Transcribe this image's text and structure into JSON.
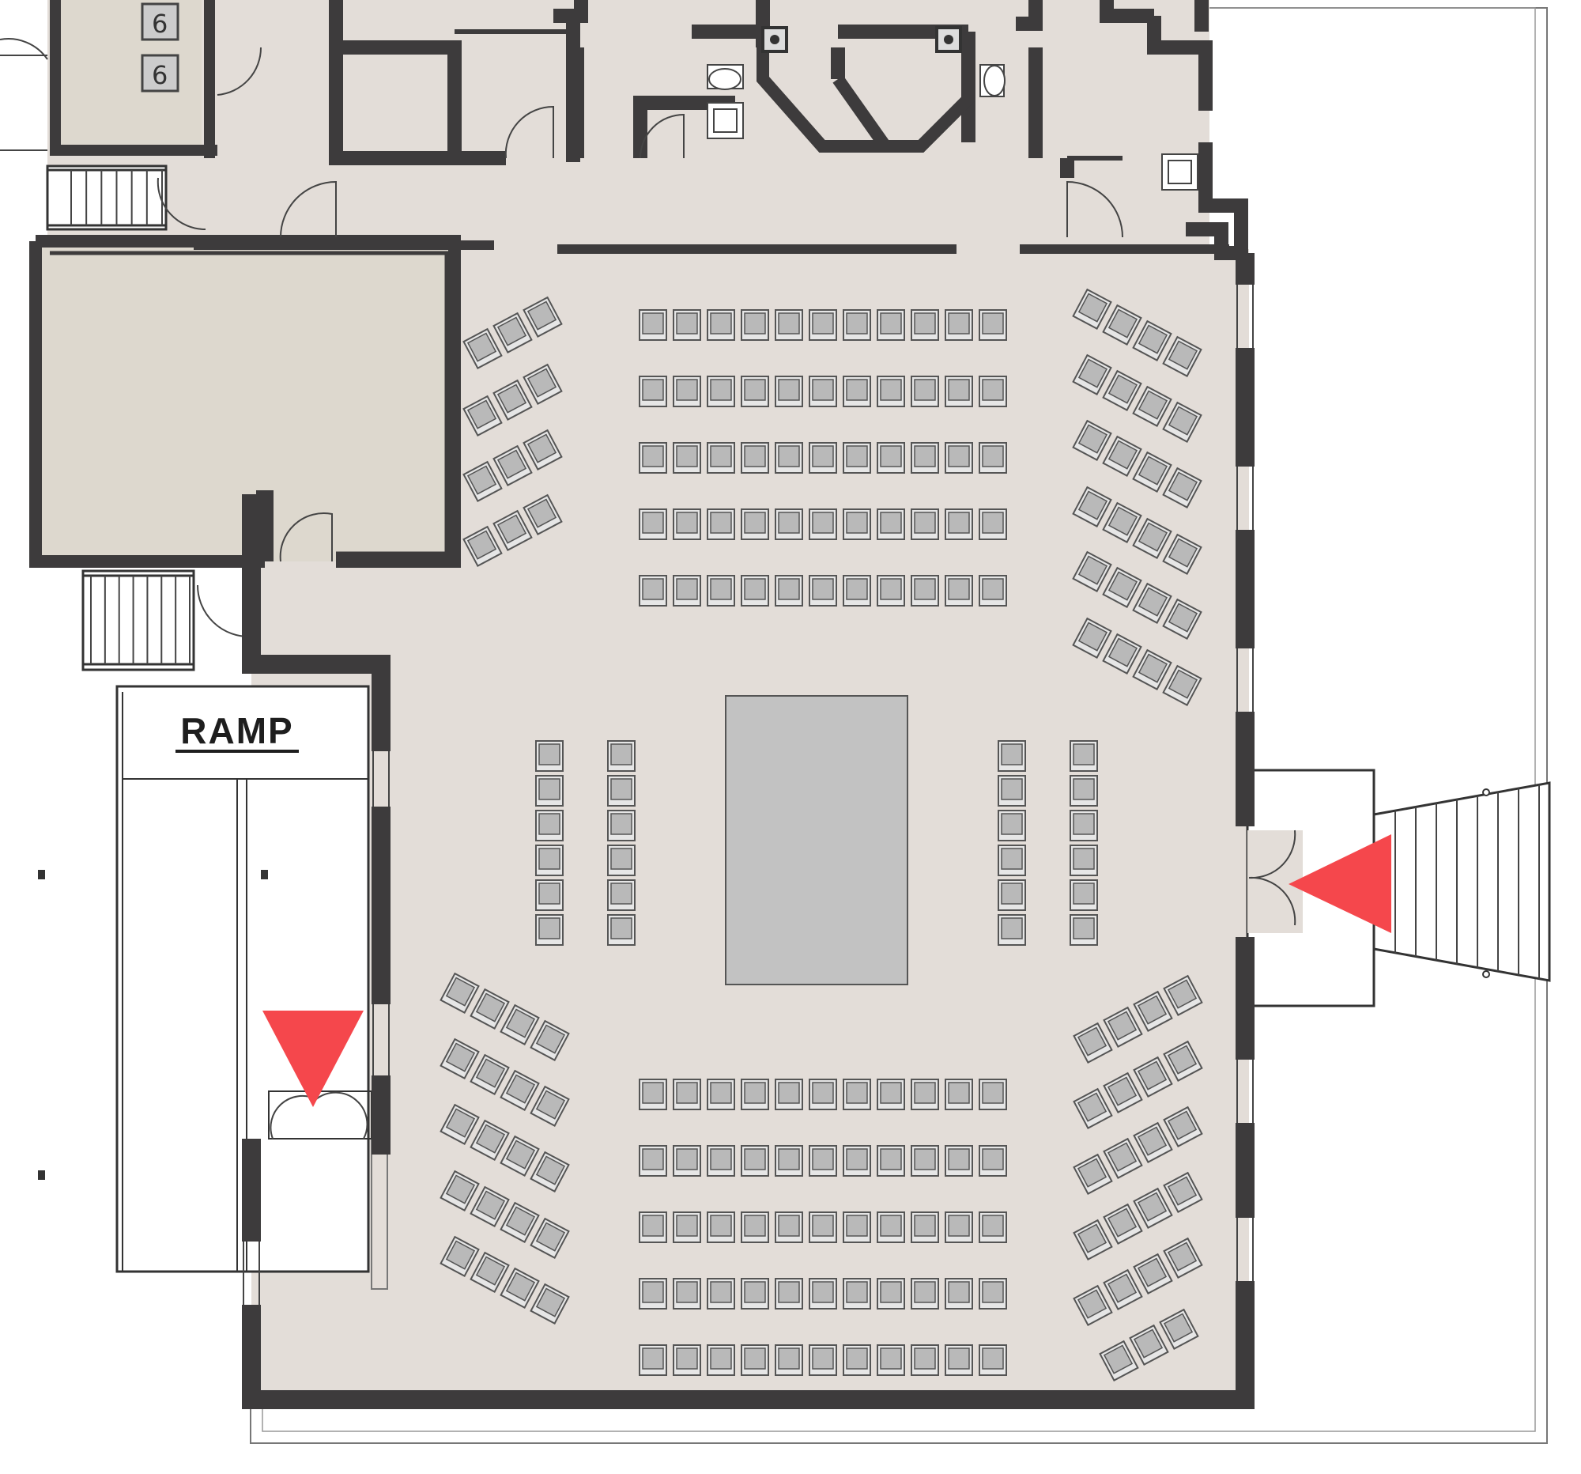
{
  "plan": {
    "ramp_label": "RAMP",
    "colors": {
      "floor": "#e3ddd8",
      "room_fill": "#ddd8ce",
      "wall": "#3d3b3c",
      "chair_fill": "#b9b9b9",
      "chair_stroke": "#555555",
      "stage_fill": "#c2c2c2",
      "entrance_marker": "#f5474c",
      "ramp_fill": "#ffffff",
      "line": "#444444"
    },
    "markers": [
      {
        "name": "entrance-arrow-right",
        "direction": "left"
      },
      {
        "name": "entrance-arrow-ramp",
        "direction": "down"
      }
    ],
    "seating": {
      "upper_center_rows": 5,
      "lower_center_rows": 5,
      "seats_per_center_row": 11,
      "side_column_seats": 6,
      "side_columns": 4
    },
    "icons": [
      "toilet-icon",
      "sink-icon",
      "stair-icon",
      "door-swing-icon",
      "window-icon"
    ]
  }
}
